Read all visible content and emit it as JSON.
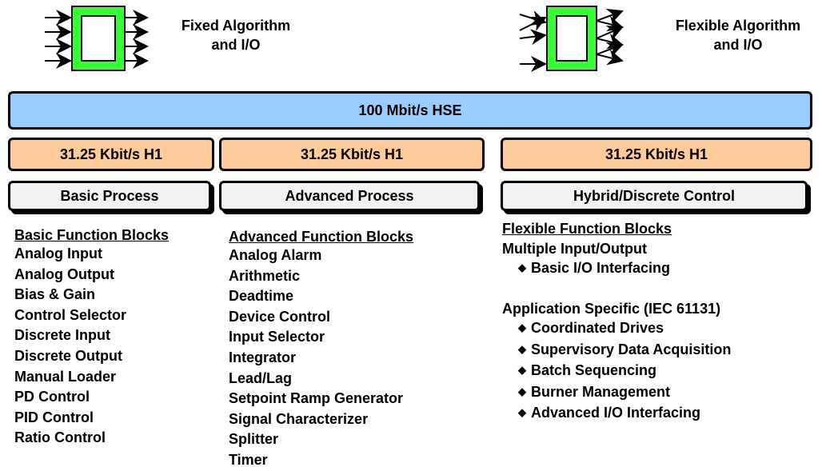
{
  "fixed_caption": {
    "line1": "Fixed Algorithm",
    "line2": "and  I/O"
  },
  "flexible_caption": {
    "line1": "Flexible Algorithm",
    "line2": "and  I/O"
  },
  "hse_label": "100 Mbit/s HSE",
  "h1_labels": [
    "31.25 Kbit/s H1",
    "31.25 Kbit/s H1",
    "31.25 Kbit/s H1"
  ],
  "categories": [
    "Basic Process",
    "Advanced Process",
    "Hybrid/Discrete Control"
  ],
  "basic": {
    "heading": "Basic Function Blocks",
    "items": [
      "Analog Input",
      "Analog Output",
      "Bias & Gain",
      "Control Selector",
      "Discrete Input",
      "Discrete Output",
      "Manual Loader",
      "PD Control",
      "PID Control",
      "Ratio Control"
    ]
  },
  "advanced": {
    "heading": "Advanced Function Blocks",
    "items": [
      "Analog Alarm",
      "Arithmetic",
      "Deadtime",
      "Device Control",
      "Input Selector",
      "Integrator",
      "Lead/Lag",
      "Setpoint Ramp Generator",
      "Signal Characterizer",
      "Splitter",
      "Timer"
    ]
  },
  "flexible": {
    "heading": "Flexible Function Blocks",
    "mio": "Multiple Input/Output",
    "mio_items": [
      "Basic I/O Interfacing"
    ],
    "app": "Application Specific (IEC 61131)",
    "app_items": [
      "Coordinated Drives",
      "Supervisory Data Acquisition",
      "Batch Sequencing",
      "Burner Management",
      "Advanced I/O Interfacing"
    ]
  },
  "colors": {
    "hse": "#99ccff",
    "h1": "#ffcc99",
    "category": "#f2f2f2",
    "block_frame": "#33ff33"
  },
  "icons": {
    "fixed_block": "function-block-icon",
    "flexible_block": "function-block-icon",
    "bullet": "diamond-bullet"
  }
}
